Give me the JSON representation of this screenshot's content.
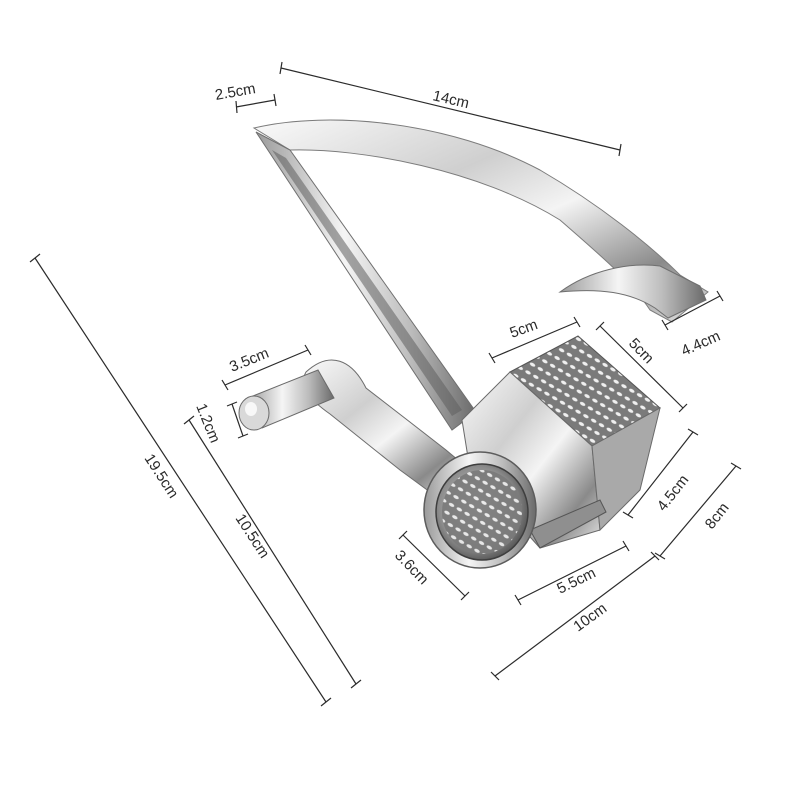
{
  "product": {
    "icon": "rotary-grater-photo"
  },
  "dimensions": {
    "top_thickness": "2.5cm",
    "top_length": "14cm",
    "hook_width": "4.4cm",
    "box_top": "5cm",
    "box_side": "5cm",
    "handle_knob": "3.5cm",
    "knob_diameter": "1.2cm",
    "total_height": "19.5cm",
    "crank_height": "10.5cm",
    "drum_diameter": "3.6cm",
    "drum_length": "5.5cm",
    "base_length": "10cm",
    "box_height": "4.5cm",
    "base_depth": "8cm"
  },
  "colors": {
    "background": "#ffffff",
    "line": "#2b2b2b",
    "steel_light": "#f2f2f2",
    "steel_dark": "#6e6e6e"
  }
}
